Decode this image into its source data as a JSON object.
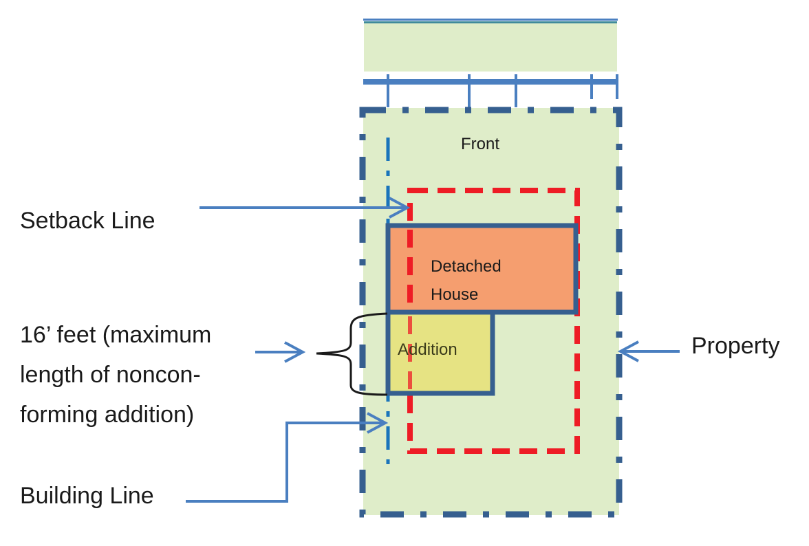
{
  "colors": {
    "lot_fill": "#dfedc9",
    "property_line": "#365f8f",
    "building_line": "#1a74bb",
    "setback_line": "#ee1c25",
    "house_fill": "#f59a6a",
    "house_border": "#365f8f",
    "addition_fill": "#e6e383",
    "arrow": "#4a7fc0",
    "street_bar": "#4a7fc0",
    "brace": "#1a1a1a"
  },
  "labels": {
    "front": "Front",
    "house_line1": "Detached",
    "house_line2": "House",
    "addition": "Addition",
    "setback_line": "Setback Line",
    "length_line1": "16’ feet (maximum",
    "length_line2": "length of noncon-",
    "length_line3": "forming addition)",
    "building_line": "Building Line",
    "property": "Property"
  }
}
